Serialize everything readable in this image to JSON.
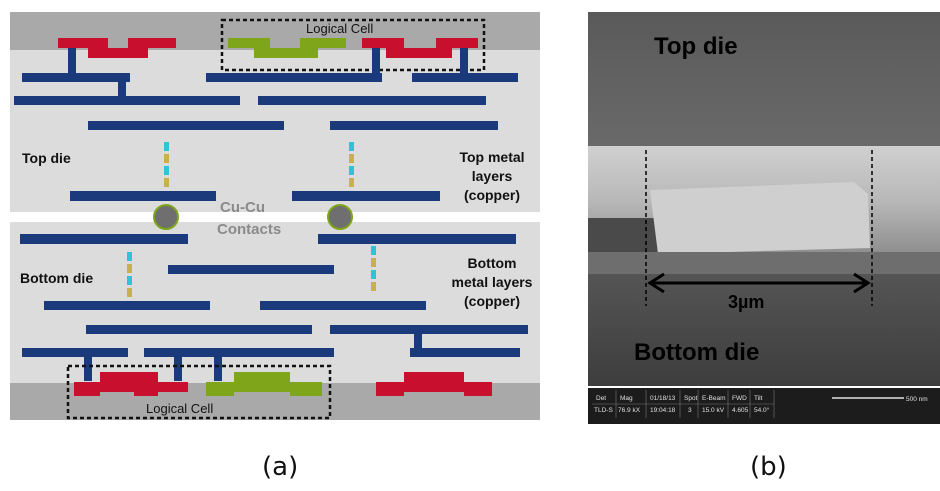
{
  "panel_a": {
    "logical_cell_top_label": "Logical Cell",
    "logical_cell_bottom_label": "Logical Cell",
    "top_die_label": "Top die",
    "bottom_die_label": "Bottom die",
    "contacts_label_line1": "Cu-Cu",
    "contacts_label_line2": "Contacts",
    "top_metal_line1": "Top metal",
    "top_metal_line2": "layers",
    "top_metal_line3": "(copper)",
    "bottom_metal_line1": "Bottom",
    "bottom_metal_line2": "metal layers",
    "bottom_metal_line3": "(copper)",
    "caption": "(a)"
  },
  "panel_b": {
    "top_die_label": "Top die",
    "bottom_die_label": "Bottom die",
    "dimension_label": "3µm",
    "infobar": {
      "headers": [
        "Det",
        "Mag",
        "01/18/13",
        "Spot",
        "E-Beam",
        "FWD",
        "Tilt"
      ],
      "values": [
        "TLD-S",
        "76.9 kX",
        "19:04:18",
        "3",
        "15.0 kV",
        "4.605",
        "54.0°"
      ],
      "scale_label": "500 nm"
    },
    "caption": "(b)"
  },
  "colors": {
    "metal_blue": "#1a3a7c",
    "gate_red": "#c8102e",
    "gate_green": "#7fa61b",
    "die_bg": "#dcdcdc",
    "substrate_gray": "#a9a9a9",
    "contact_gray": "#6f6f6f",
    "via_cyan": "#2ec4d6",
    "via_gold": "#c8b04a"
  }
}
